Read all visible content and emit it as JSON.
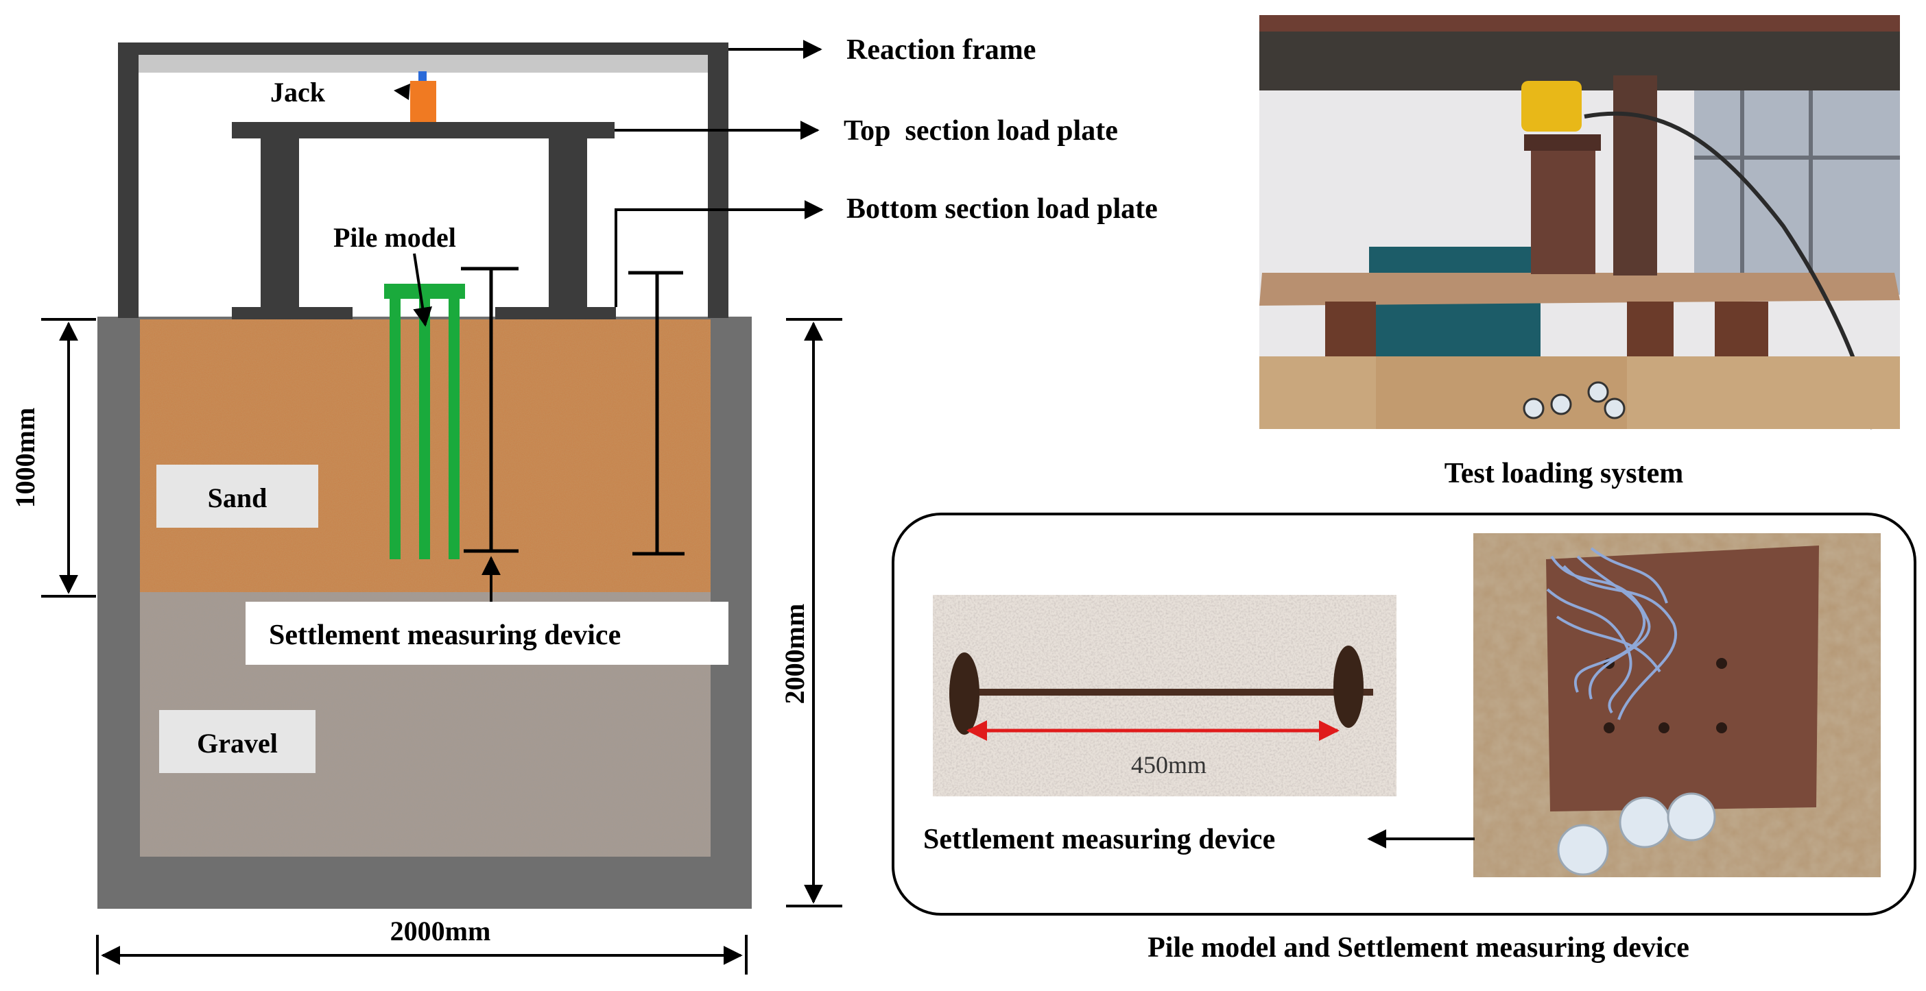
{
  "labels": {
    "reaction_frame": "Reaction frame",
    "jack": "Jack",
    "top_plate": "Top  section load plate",
    "bottom_plate": "Bottom section load plate",
    "pile_model": "Pile model",
    "sand": "Sand",
    "gravel": "Gravel",
    "settlement_device": "Settlement measuring device",
    "dim_1000": "1000mm",
    "dim_2000_v": "2000mm",
    "dim_2000_h": "2000mm",
    "test_loading_caption": "Test loading system",
    "photo_settlement_label": "Settlement measuring device",
    "photo_450": "450mm",
    "bottom_caption": "Pile model and Settlement measuring device"
  },
  "colors": {
    "frame": "#3c3c3c",
    "tank": "#6f6f6f",
    "sand": "#c8824a",
    "gravel": "#a59a92",
    "pile": "#1aaa3c",
    "jack": "#f07a22",
    "jack_tip": "#2a6ad8",
    "beam_top": "#c8c8c8",
    "dimension_arrow_red": "#e01b1b"
  }
}
